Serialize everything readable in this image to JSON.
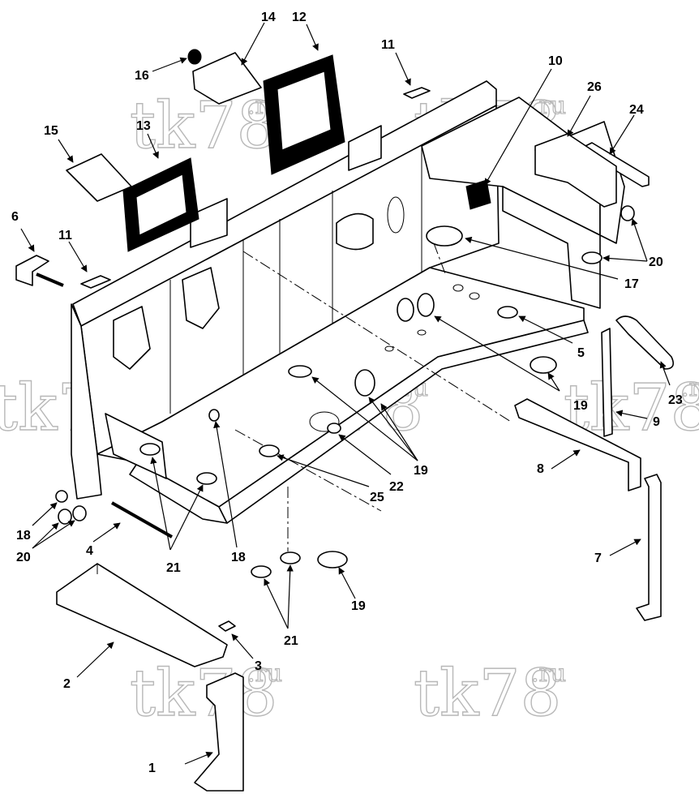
{
  "watermark": {
    "main": "tk78",
    "suffix": ".ru"
  },
  "callouts": [
    {
      "id": "c1",
      "label": "1"
    },
    {
      "id": "c2",
      "label": "2"
    },
    {
      "id": "c3",
      "label": "3"
    },
    {
      "id": "c4",
      "label": "4"
    },
    {
      "id": "c5",
      "label": "5"
    },
    {
      "id": "c6",
      "label": "6"
    },
    {
      "id": "c7",
      "label": "7"
    },
    {
      "id": "c8",
      "label": "8"
    },
    {
      "id": "c9",
      "label": "9"
    },
    {
      "id": "c10",
      "label": "10"
    },
    {
      "id": "c11a",
      "label": "11"
    },
    {
      "id": "c11b",
      "label": "11"
    },
    {
      "id": "c12",
      "label": "12"
    },
    {
      "id": "c13",
      "label": "13"
    },
    {
      "id": "c14",
      "label": "14"
    },
    {
      "id": "c15",
      "label": "15"
    },
    {
      "id": "c16",
      "label": "16"
    },
    {
      "id": "c17",
      "label": "17"
    },
    {
      "id": "c18a",
      "label": "18"
    },
    {
      "id": "c18b",
      "label": "18"
    },
    {
      "id": "c19a",
      "label": "19"
    },
    {
      "id": "c19b",
      "label": "19"
    },
    {
      "id": "c19c",
      "label": "19"
    },
    {
      "id": "c20a",
      "label": "20"
    },
    {
      "id": "c20b",
      "label": "20"
    },
    {
      "id": "c21a",
      "label": "21"
    },
    {
      "id": "c21b",
      "label": "21"
    },
    {
      "id": "c22",
      "label": "22"
    },
    {
      "id": "c23",
      "label": "23"
    },
    {
      "id": "c24",
      "label": "24"
    },
    {
      "id": "c25",
      "label": "25"
    },
    {
      "id": "c26",
      "label": "26"
    }
  ]
}
